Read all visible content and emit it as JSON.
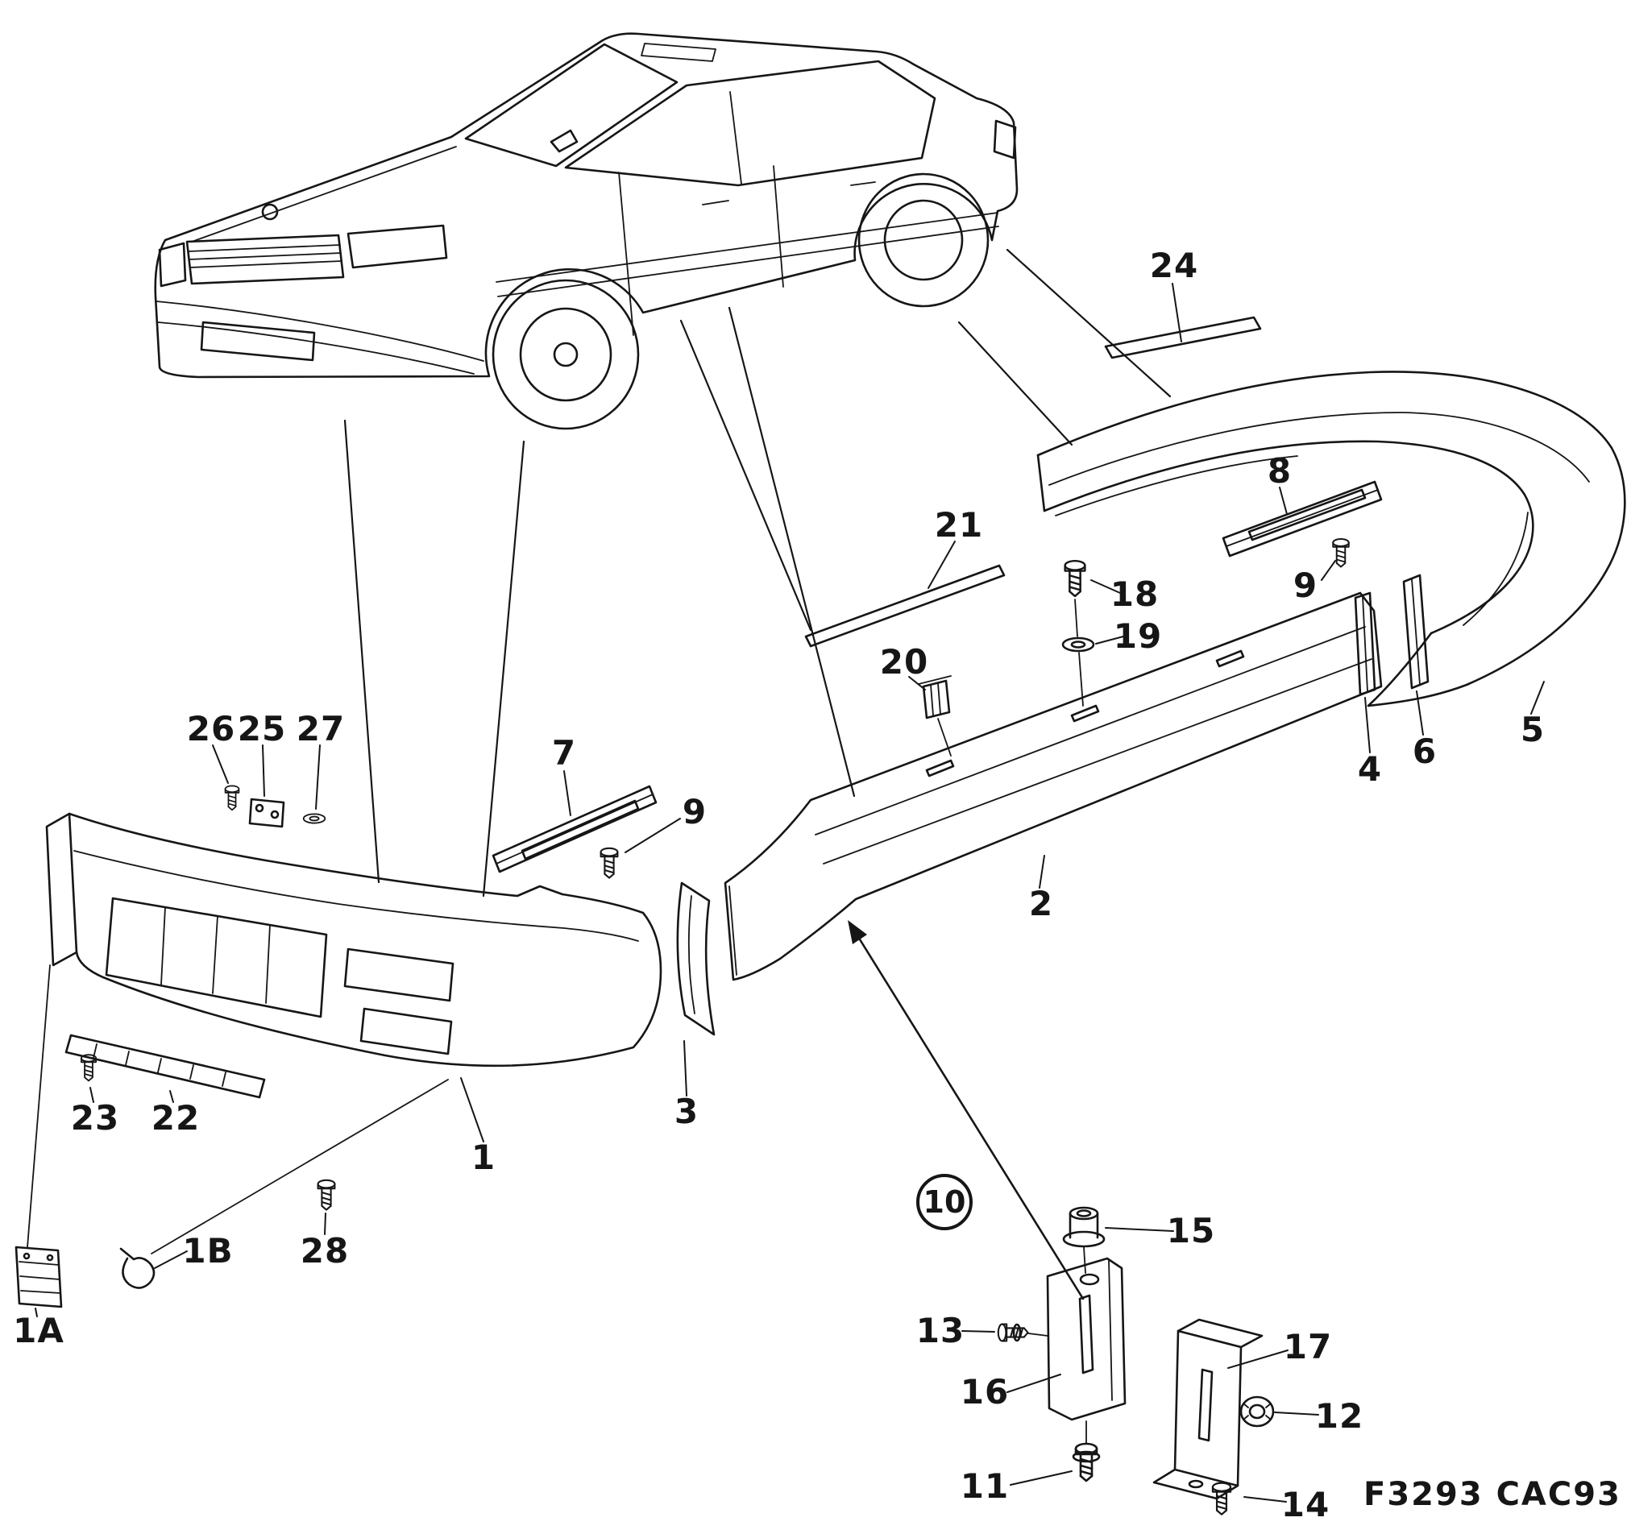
{
  "diagram": {
    "figure_code": "F3293 CAC93",
    "colors": {
      "ink": "#161616",
      "paper": "#ffffff"
    },
    "callouts": {
      "c1": "1",
      "c1A": "1A",
      "c1B": "1B",
      "c2": "2",
      "c3": "3",
      "c4": "4",
      "c5": "5",
      "c6": "6",
      "c7": "7",
      "c8": "8",
      "c9_front": "9",
      "c9_rear": "9",
      "c10": "10",
      "c11": "11",
      "c12": "12",
      "c13": "13",
      "c14": "14",
      "c15": "15",
      "c16": "16",
      "c17": "17",
      "c18": "18",
      "c19": "19",
      "c20": "20",
      "c21": "21",
      "c22": "22",
      "c23": "23",
      "c24": "24",
      "c25": "25",
      "c26": "26",
      "c27": "27",
      "c28": "28"
    }
  }
}
